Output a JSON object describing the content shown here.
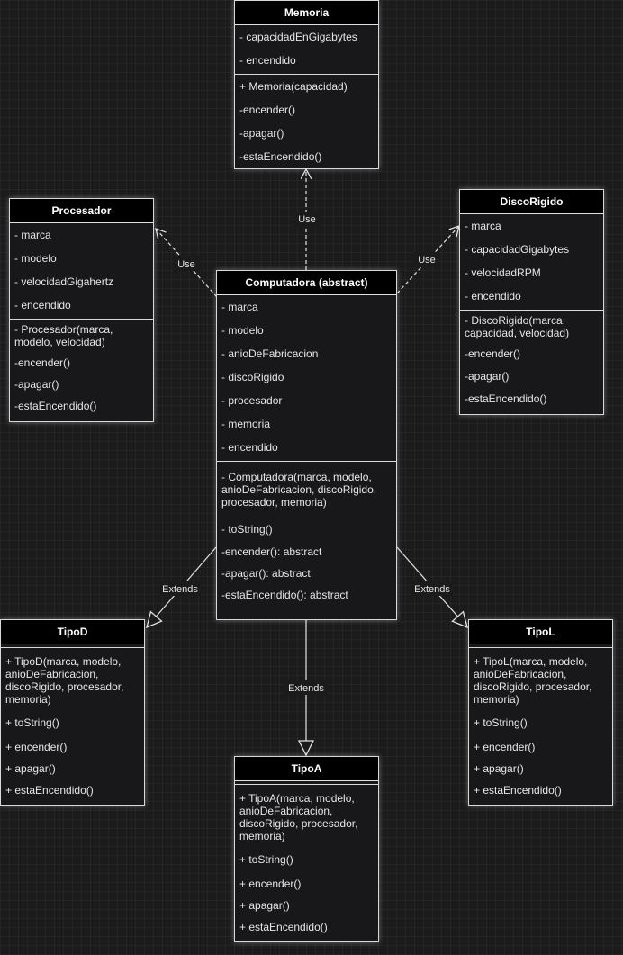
{
  "memoria": {
    "title": "Memoria",
    "attributes": [
      "- capacidadEnGigabytes",
      "- encendido"
    ],
    "methods": [
      "+ Memoria(capacidad)",
      "-encender()",
      "-apagar()",
      "-estaEncendido()"
    ]
  },
  "procesador": {
    "title": "Procesador",
    "attributes": [
      "- marca",
      "- modelo",
      "- velocidadGigahertz",
      "- encendido"
    ],
    "methods": [
      "- Procesador(marca, modelo, velocidad)",
      "-encender()",
      "-apagar()",
      "-estaEncendido()"
    ]
  },
  "discoRigido": {
    "title": "DiscoRigido",
    "attributes": [
      "- marca",
      "- capacidadGigabytes",
      "- velocidadRPM",
      "- encendido"
    ],
    "methods": [
      "- DiscoRigido(marca, capacidad, velocidad)",
      "-encender()",
      "-apagar()",
      "-estaEncendido()"
    ]
  },
  "computadora": {
    "title": "Computadora (abstract)",
    "attributes": [
      "- marca",
      "- modelo",
      "- anioDeFabricacion",
      "- discoRigido",
      "- procesador",
      "- memoria",
      "- encendido"
    ],
    "methods": [
      "- Computadora(marca, modelo, anioDeFabricacion, discoRigido, procesador, memoria)",
      "- toString()",
      "-encender(): abstract",
      "-apagar(): abstract",
      "-estaEncendido(): abstract"
    ]
  },
  "tipoD": {
    "title": "TipoD",
    "methods": [
      "+ TipoD(marca, modelo, anioDeFabricacion, discoRigido, procesador, memoria)",
      "+ toString()",
      "+ encender()",
      "+ apagar()",
      "+ estaEncendido()"
    ]
  },
  "tipoA": {
    "title": "TipoA",
    "methods": [
      "+ TipoA(marca, modelo, anioDeFabricacion, discoRigido, procesador, memoria)",
      "+ toString()",
      "+ encender()",
      "+ apagar()",
      "+ estaEncendido()"
    ]
  },
  "tipoL": {
    "title": "TipoL",
    "methods": [
      "+ TipoL(marca, modelo, anioDeFabricacion, discoRigido, procesador, memoria)",
      "+ toString()",
      "+ encender()",
      "+ apagar()",
      "+ estaEncendido()"
    ]
  },
  "edges": {
    "use_memoria": "Use",
    "use_procesador": "Use",
    "use_disco": "Use",
    "extends_tipoD": "Extends",
    "extends_tipoA": "Extends",
    "extends_tipoL": "Extends"
  }
}
